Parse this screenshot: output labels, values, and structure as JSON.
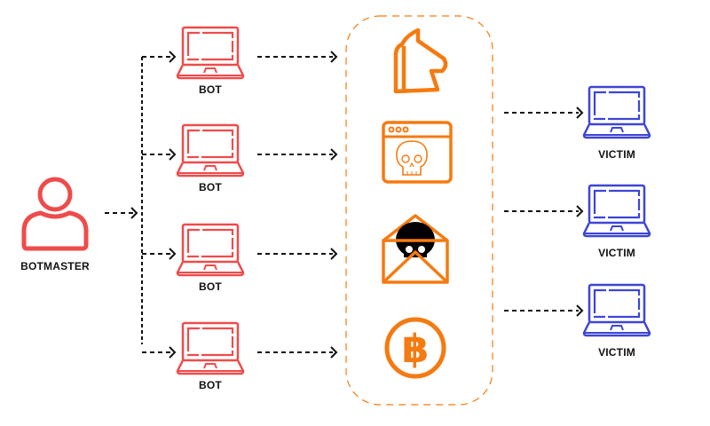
{
  "diagram": {
    "title": "Botnet attack flow",
    "colors": {
      "botmaster": "#ef4b4b",
      "bot": "#ef4b4b",
      "payload": "#f57a10",
      "victim": "#3d45d6",
      "arrow": "#111111"
    },
    "botmaster": {
      "label": "BOTMASTER",
      "icon": "user-icon"
    },
    "bots": [
      {
        "label": "BOT",
        "icon": "laptop-icon"
      },
      {
        "label": "BOT",
        "icon": "laptop-icon"
      },
      {
        "label": "BOT",
        "icon": "laptop-icon"
      },
      {
        "label": "BOT",
        "icon": "laptop-icon"
      }
    ],
    "payloads": [
      {
        "name": "trojan",
        "icon": "trojan-horse-icon"
      },
      {
        "name": "malicious-website",
        "icon": "browser-skull-icon"
      },
      {
        "name": "phishing-email",
        "icon": "envelope-skull-icon"
      },
      {
        "name": "bitcoin",
        "icon": "bitcoin-icon"
      }
    ],
    "victims": [
      {
        "label": "VICTIM",
        "icon": "laptop-icon"
      },
      {
        "label": "VICTIM",
        "icon": "laptop-icon"
      },
      {
        "label": "VICTIM",
        "icon": "laptop-icon"
      }
    ]
  }
}
